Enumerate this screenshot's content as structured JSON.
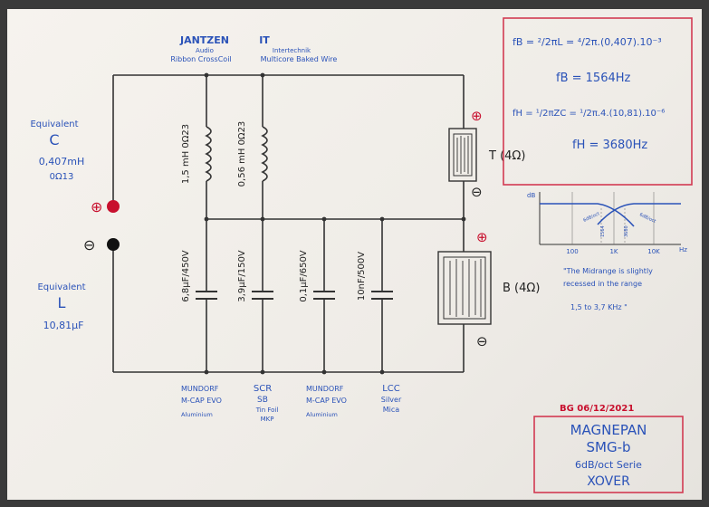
{
  "inductors": [
    {
      "maker": "JANTZEN",
      "maker_sub": "Audio",
      "maker_desc": "Ribbon CrossCoil",
      "value": "1,5 mH 0Ω23"
    },
    {
      "maker": "IT",
      "maker_sub": "Intertechnik",
      "maker_desc": "Multicore Baked Wire",
      "value": "0,56 mH 0Ω23"
    }
  ],
  "capacitors": [
    {
      "value": "6,8μF/450V",
      "brand": [
        "MUNDORF",
        "M-CAP EVO",
        "Aluminium"
      ]
    },
    {
      "value": "3,9μF/150V",
      "brand": [
        "SCR",
        "SB",
        "Tin Foil",
        "MKP"
      ]
    },
    {
      "value": "0,1μF/650V",
      "brand": [
        "MUNDORF",
        "M-CAP EVO",
        "Aluminium"
      ]
    },
    {
      "value": "10nF/500V",
      "brand": [
        "LCC",
        "Silver",
        "Mica"
      ]
    }
  ],
  "left": {
    "c_title": "Equivalent",
    "c_letter": "C",
    "c_value1": "0,407mH",
    "c_value2": "0Ω13",
    "l_title": "Equivalent",
    "l_letter": "L",
    "l_value": "10,81μF",
    "plus": "⊕",
    "minus": "⊖"
  },
  "speakers": {
    "tweeter": "T (4Ω)",
    "bass": "B (4Ω)",
    "plus": "⊕",
    "minus": "⊖"
  },
  "formulas": {
    "f1": "fB = ²/2πL = ⁴/2π.(0,407).10⁻³",
    "f2": "fB = 1564Hz",
    "f3": "fH = ¹/2πZC = ¹/2π.4.(10,81).10⁻⁶",
    "f4": "fH = 3680Hz"
  },
  "graph": {
    "ylabel": "dB",
    "xlabel": "Hz",
    "ticks": [
      "100",
      "1K",
      "10K"
    ],
    "markers": [
      "1564",
      "3680"
    ],
    "curve_labels": [
      "6dB/oct",
      "6dB/oct"
    ]
  },
  "note": {
    "line1": "\"The Midrange is slightly",
    "line2": "recessed in the range",
    "line3": "1,5 to 3,7 KHz \""
  },
  "footer": {
    "signature": "BG 06/12/2021",
    "title1": "MAGNEPAN",
    "title2": "SMG-b",
    "title3": "6dB/oct Serie",
    "title4": "XOVER"
  }
}
